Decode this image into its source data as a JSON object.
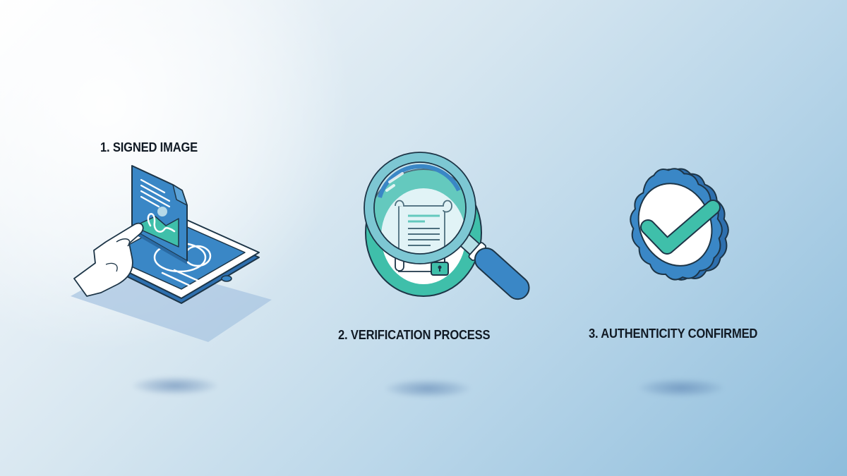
{
  "steps": [
    {
      "number": 1,
      "label": "1. SIGNED IMAGE",
      "icon": "tablet-signed-image-icon"
    },
    {
      "number": 2,
      "label": "2. VERIFICATION PROCESS",
      "icon": "magnifier-document-lock-icon"
    },
    {
      "number": 3,
      "label": "3. AUTHENTICITY CONFIRMED",
      "icon": "checkmark-badge-icon"
    }
  ],
  "colors": {
    "primary_blue": "#3a87c6",
    "teal": "#3fbfaa",
    "light_teal": "#8fd0d6",
    "outline": "#1d3547",
    "text": "#111a24",
    "background_start": "#ffffff",
    "background_end": "#8ebddc"
  }
}
